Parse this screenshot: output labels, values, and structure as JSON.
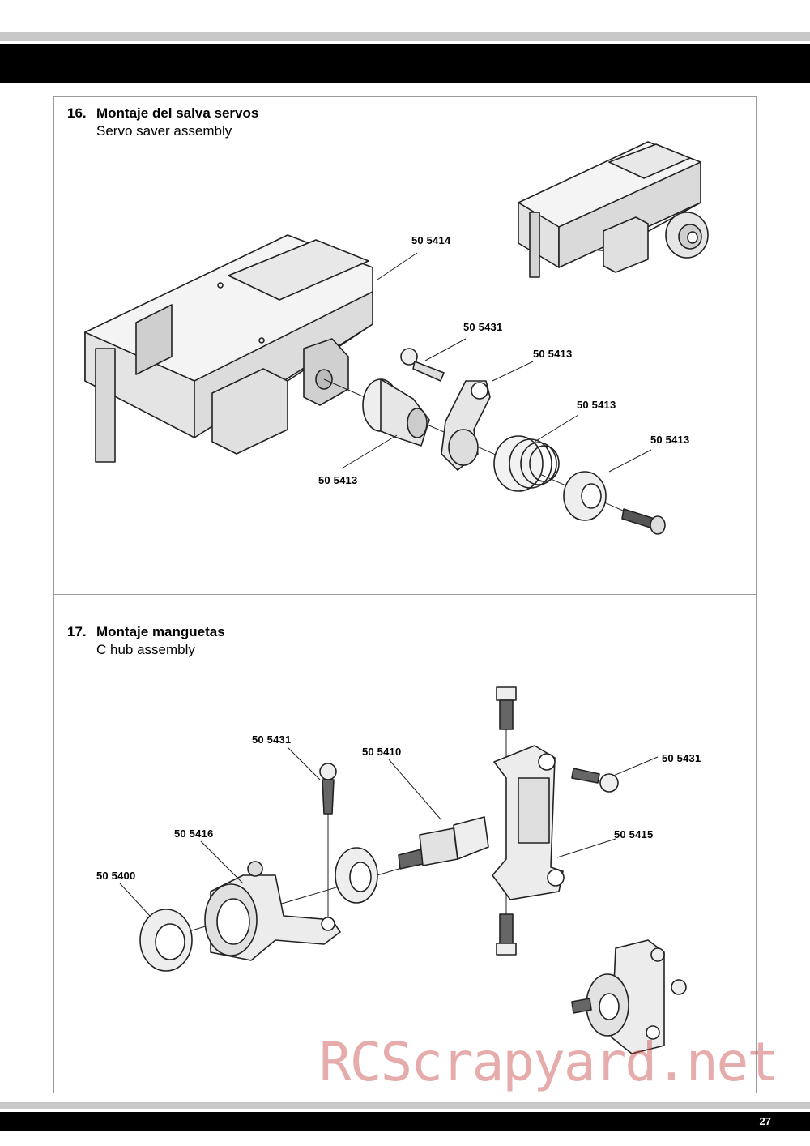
{
  "sections": [
    {
      "number": "16.",
      "title": "Montaje del salva servos",
      "subtitle": "Servo saver assembly",
      "parts": [
        "50 5414",
        "50 5431",
        "50 5413",
        "50 5413",
        "50 5413",
        "50 5413"
      ]
    },
    {
      "number": "17.",
      "title": "Montaje manguetas",
      "subtitle": "C hub assembly",
      "parts": [
        "50 5431",
        "50 5410",
        "50 5431",
        "50 5416",
        "50 5415",
        "50 5400"
      ]
    }
  ],
  "page_number": "27",
  "watermark": "RCScrapyard.net"
}
